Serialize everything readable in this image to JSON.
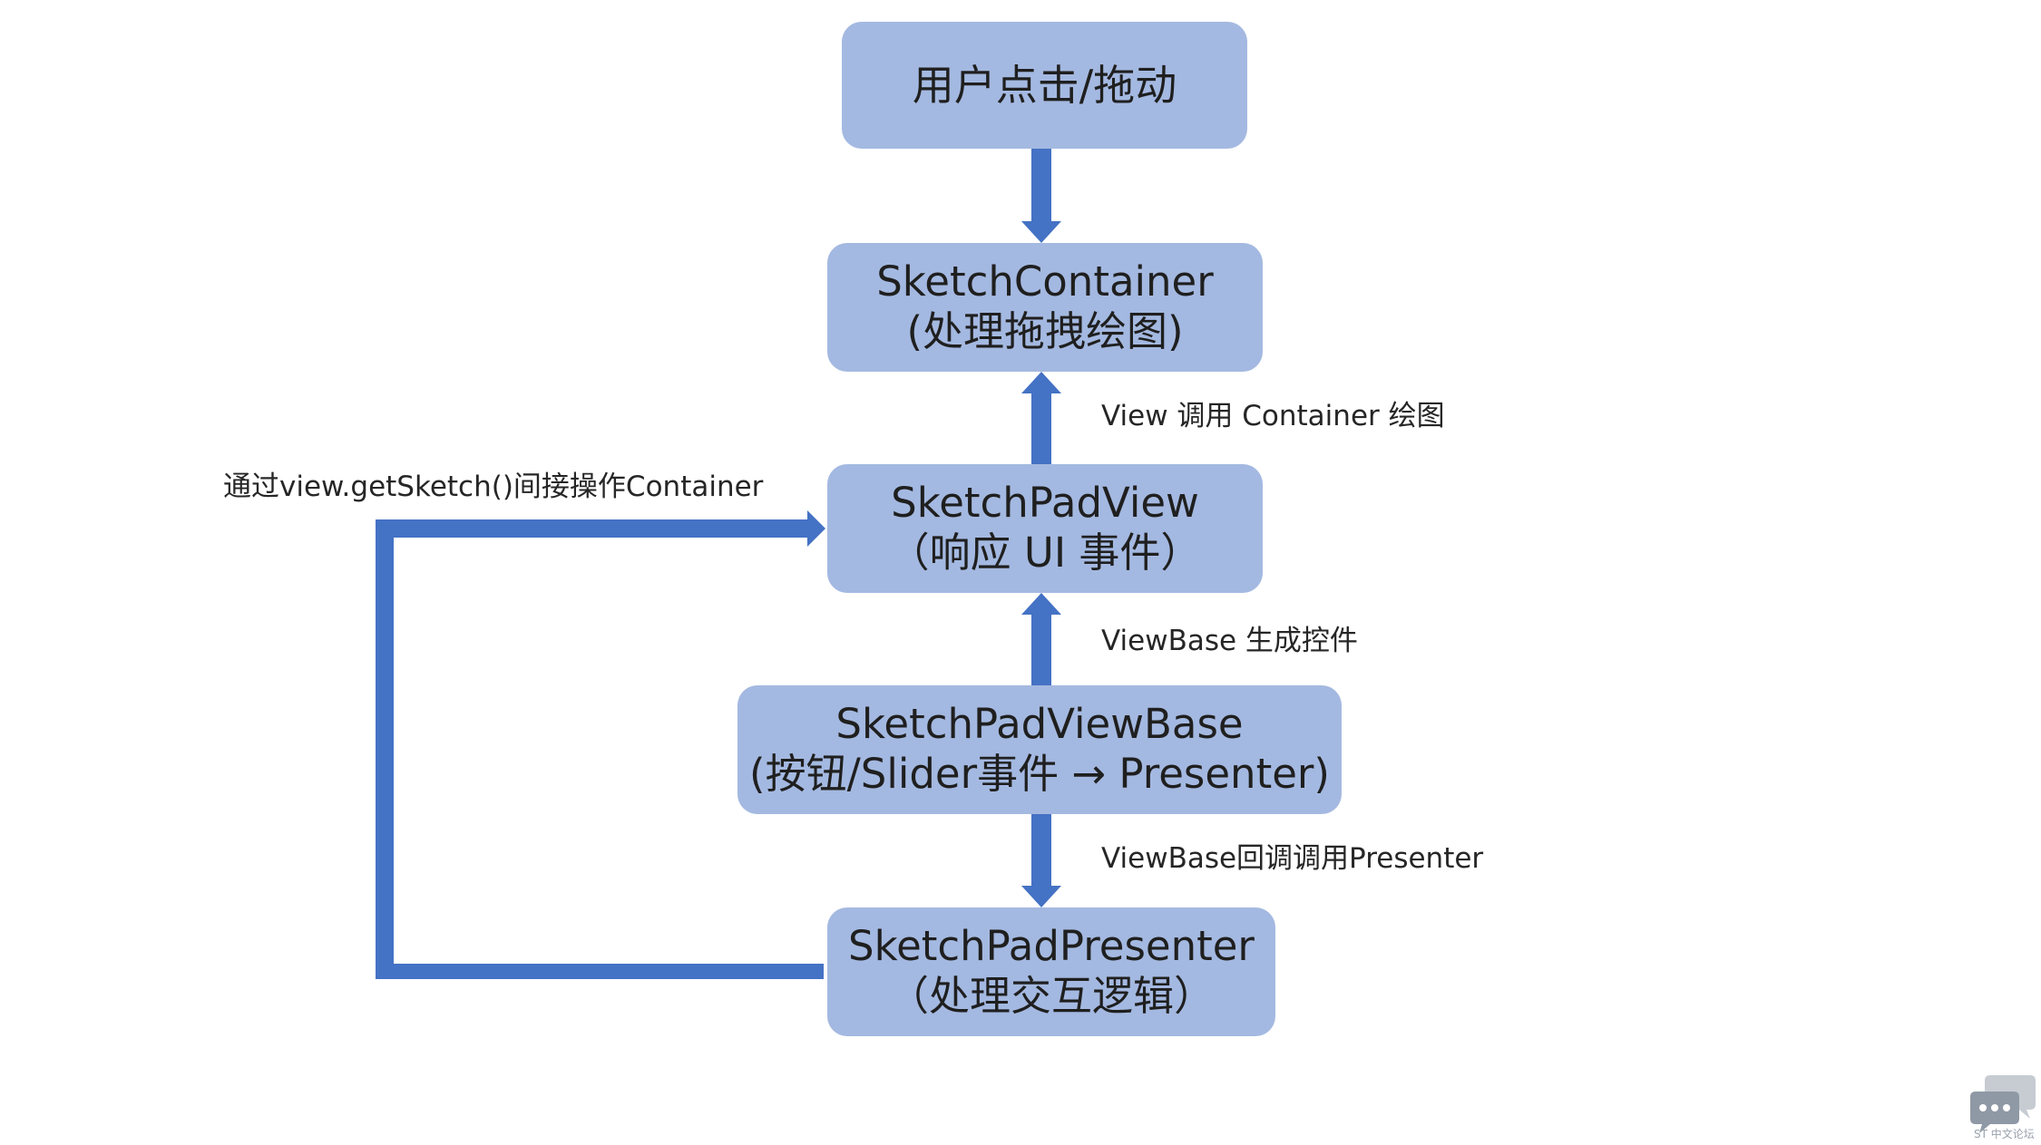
{
  "nodes": {
    "user": {
      "line1": "用户点击/拖动"
    },
    "container": {
      "line1": "SketchContainer",
      "line2": "(处理拖拽绘图)"
    },
    "view": {
      "line1": "SketchPadView",
      "line2": "（响应 UI 事件）"
    },
    "viewbase": {
      "line1": "SketchPadViewBase",
      "line2": "(按钮/Slider事件 → Presenter)"
    },
    "presenter": {
      "line1": "SketchPadPresenter",
      "line2": "（处理交互逻辑）"
    }
  },
  "edges": {
    "view_to_container": "View 调用 Container 绘图",
    "viewbase_to_view": "ViewBase 生成控件",
    "viewbase_to_presenter": "ViewBase回调调用Presenter",
    "presenter_to_view": "通过view.getSketch()间接操作Container"
  },
  "colors": {
    "node_fill": "#a4b9e1",
    "arrow": "#4472c4"
  },
  "watermark": {
    "text": "ST 中文论坛"
  }
}
